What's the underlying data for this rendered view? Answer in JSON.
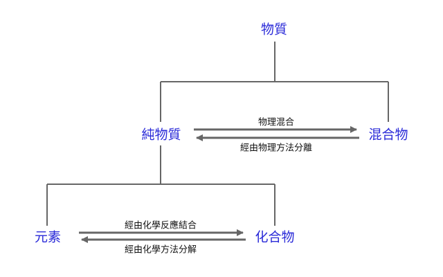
{
  "nodes": {
    "matter": "物質",
    "pure_substance": "純物質",
    "mixture": "混合物",
    "element": "元素",
    "compound": "化合物"
  },
  "relations": {
    "physical_mixing": "物理混合",
    "physical_separation": "經由物理方法分離",
    "chemical_combination": "經由化學反應結合",
    "chemical_decomposition": "經由化學方法分解"
  },
  "colors": {
    "node_text": "#2a2ad8",
    "line": "#666666",
    "arrow": "#666666",
    "label_text": "#111111"
  }
}
